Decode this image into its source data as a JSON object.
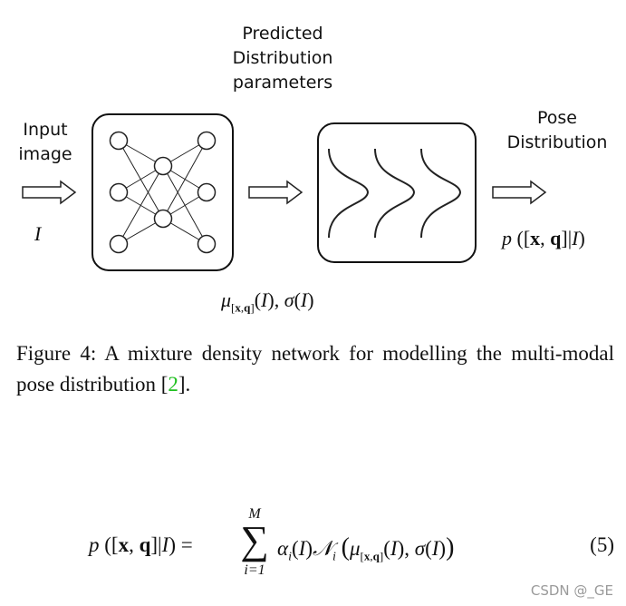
{
  "figure": {
    "labels": {
      "input": "Input\nimage",
      "predicted": "Predicted\nDistribution\nparameters",
      "pose": "Pose\nDistribution"
    },
    "math": {
      "input_symbol": "I",
      "output_symbol": "p([x, q]|I)",
      "params_symbol": "μ[x,q](I), σ(I)"
    },
    "icons": [
      "right-arrow-icon",
      "neural-network-icon",
      "gaussian-curves-icon"
    ]
  },
  "caption": {
    "prefix": "Figure 4: A mixture density network for modelling the multi-modal pose distribution [",
    "ref": "2",
    "suffix": "].",
    "ref_color": "#1fbf1f"
  },
  "equation": {
    "expression": "p([x, q]|I) = Σ_{i=1}^{M} α_i(I) 𝒩_i (μ_[x,q](I), σ(I))",
    "number": "(5)",
    "sum_upper": "M",
    "sum_lower": "i=1"
  },
  "watermark": "CSDN @_GE"
}
